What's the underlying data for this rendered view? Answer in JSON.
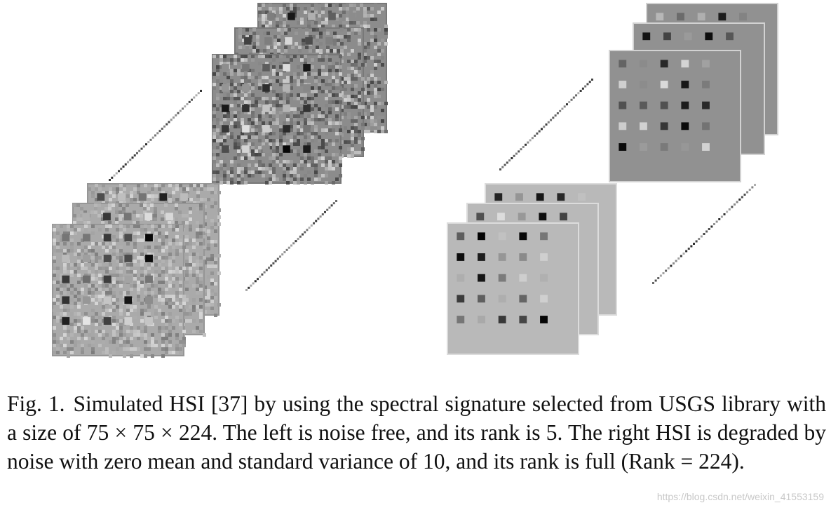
{
  "figure": {
    "label": "Fig. 1.",
    "caption": "Simulated HSI [37] by using the spectral signature selected from USGS library with a size of 75 × 75 × 224. The left is noise free, and its rank is 5. The right HSI is degraded by noise with zero mean and standard variance of 10, and its rank is full (Rank = 224).",
    "watermark": "https://blog.csdn.net/weixin_41553159"
  }
}
